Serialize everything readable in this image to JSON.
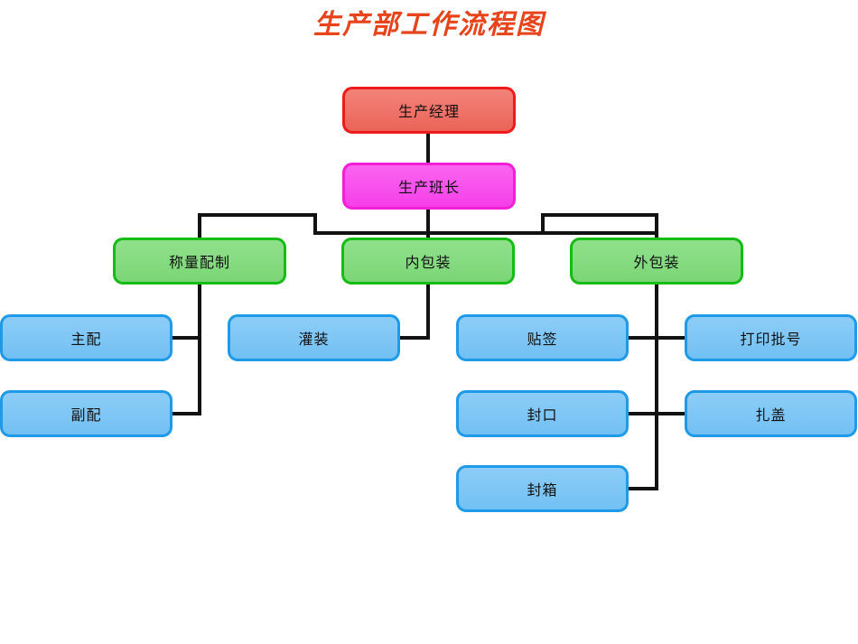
{
  "title": "生产部工作流程图",
  "colors": {
    "title": "#e8441c",
    "manager_fill": "#ef7268",
    "manager_border": "#ef1b1b",
    "foreman_fill": "#f751ec",
    "foreman_border": "#f11fd6",
    "section_fill": "#85db80",
    "section_border": "#15bc15",
    "task_fill": "#7ec6f5",
    "task_border": "#1e9ae8",
    "connector": "#121212",
    "background": "#ffffff"
  },
  "nodes": {
    "manager": {
      "label": "生产经理"
    },
    "foreman": {
      "label": "生产班长"
    },
    "sections": [
      {
        "label": "称量配制"
      },
      {
        "label": "内包装"
      },
      {
        "label": "外包装"
      }
    ],
    "tasks": [
      {
        "label": "主配"
      },
      {
        "label": "副配"
      },
      {
        "label": "灌装"
      },
      {
        "label": "贴签"
      },
      {
        "label": "封口"
      },
      {
        "label": "封箱"
      },
      {
        "label": "打印批号"
      },
      {
        "label": "扎盖"
      }
    ]
  },
  "chart_data": {
    "type": "diagram",
    "title": "生产部工作流程图",
    "orientation": "top-down organizational flowchart",
    "levels": [
      {
        "level": 1,
        "nodes": [
          "生产经理"
        ]
      },
      {
        "level": 2,
        "nodes": [
          "生产班长"
        ]
      },
      {
        "level": 3,
        "nodes": [
          "称量配制",
          "内包装",
          "外包装"
        ]
      },
      {
        "level": 4,
        "nodes": [
          "主配",
          "副配",
          "灌装",
          "贴签",
          "封口",
          "封箱",
          "打印批号",
          "扎盖"
        ]
      }
    ],
    "edges": [
      {
        "from": "生产经理",
        "to": "生产班长"
      },
      {
        "from": "生产班长",
        "to": "称量配制"
      },
      {
        "from": "生产班长",
        "to": "内包装"
      },
      {
        "from": "生产班长",
        "to": "外包装"
      },
      {
        "from": "称量配制",
        "to": "主配"
      },
      {
        "from": "称量配制",
        "to": "副配"
      },
      {
        "from": "内包装",
        "to": "灌装"
      },
      {
        "from": "外包装",
        "to": "贴签"
      },
      {
        "from": "外包装",
        "to": "封口"
      },
      {
        "from": "外包装",
        "to": "封箱"
      },
      {
        "from": "外包装",
        "to": "打印批号"
      },
      {
        "from": "外包装",
        "to": "扎盖"
      }
    ]
  }
}
